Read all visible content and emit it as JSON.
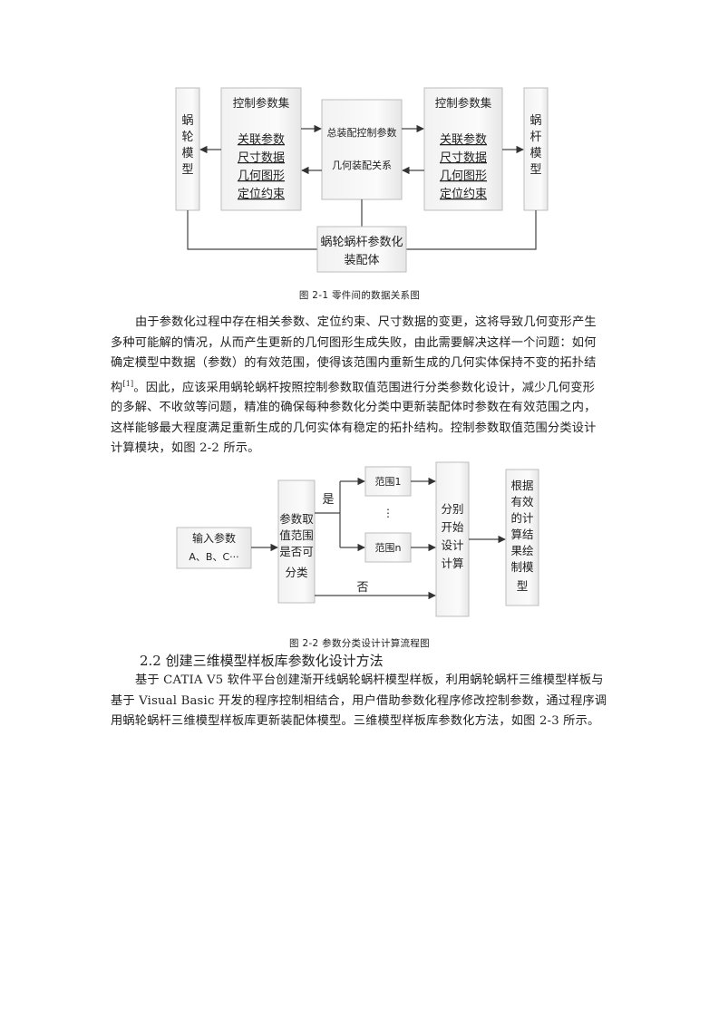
{
  "figure1": {
    "left_model": [
      "蜗",
      "轮",
      "模",
      "型"
    ],
    "right_model": [
      "蜗",
      "杆",
      "模",
      "型"
    ],
    "left_params": {
      "title": "控制参数集",
      "items": [
        "关联参数",
        "尺寸数据",
        "几何图形",
        "定位约束"
      ]
    },
    "right_params": {
      "title": "控制参数集",
      "items": [
        "关联参数",
        "尺寸数据",
        "几何图形",
        "定位约束"
      ]
    },
    "center_top": "总装配控制参数",
    "center_bottom": "几何装配关系",
    "assembly": [
      "蜗轮蜗杆参数化",
      "装配体"
    ],
    "caption": "图 2-1    零件间的数据关系图"
  },
  "paragraph1": {
    "lines": [
      "由于参数化过程中存在相关参数、定位约束、尺寸数据的变更，这将导致几何变形产生",
      "多种可能解的情况，从而产生更新的几何图形生成失败，由此需要解决这样一个问题：如何",
      "确定模型中数据（参数）的有效范围，使得该范围内重新生成的几何实体保持不变的拓扑结"
    ],
    "line4_start": "构",
    "line4_ref": "[1]",
    "line4_end": "。因此，应该采用蜗轮蜗杆按照控制参数取值范围进行分类参数化设计，减少几何变形",
    "more_lines": [
      "的多解、不收敛等问题，精准的确保每种参数化分类中更新装配体时参数在有效范围之内，",
      "这样能够最大程度满足重新生成的几何实体有稳定的拓扑结构。控制参数取值范围分类设计",
      "计算模块，如图 2-2 所示。"
    ]
  },
  "figure2": {
    "input": [
      "输入参数",
      "A、B、C···"
    ],
    "decision": [
      "参数取",
      "值范围",
      "是否可",
      "分类"
    ],
    "yes_label": "是",
    "no_label": "否",
    "range1": "范围1",
    "ellipsis": "⋮",
    "rangen": "范围n",
    "separate": [
      "分别",
      "开始",
      "设计",
      "计算"
    ],
    "result": [
      "根据",
      "有效",
      "的计",
      "算结",
      "果绘",
      "制模",
      "型"
    ],
    "caption": "图 2-2    参数分类设计计算流程图"
  },
  "section": {
    "heading": "2.2 创建三维模型样板库参数化设计方法",
    "lines": [
      "基于 CATIA V5 软件平台创建渐开线蜗轮蜗杆模型样板，利用蜗轮蜗杆三维模型样板与",
      "基于 Visual Basic 开发的程序控制相结合，用户借助参数化程序修改控制参数，通过程序调",
      "用蜗轮蜗杆三维模型样板库更新装配体模型。三维模型样板库参数化方法，如图 2-3 所示。"
    ]
  }
}
